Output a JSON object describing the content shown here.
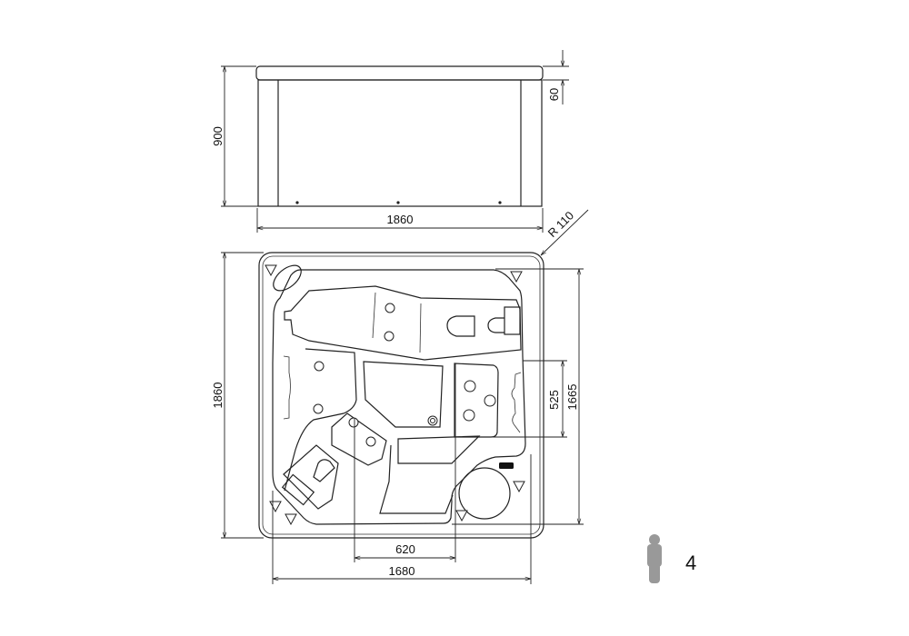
{
  "side_view": {
    "height_label": "900",
    "rim_label": "60",
    "width_label": "1860"
  },
  "top_view": {
    "corner_radius_label": "R 110",
    "height_label": "1860",
    "inner_length_label": "1665",
    "seat_depth_label": "525",
    "seat_width_label": "620",
    "inner_width_label": "1680"
  },
  "capacity": {
    "icon": "person-icon",
    "seats": "4",
    "icon_color": "#999999"
  }
}
